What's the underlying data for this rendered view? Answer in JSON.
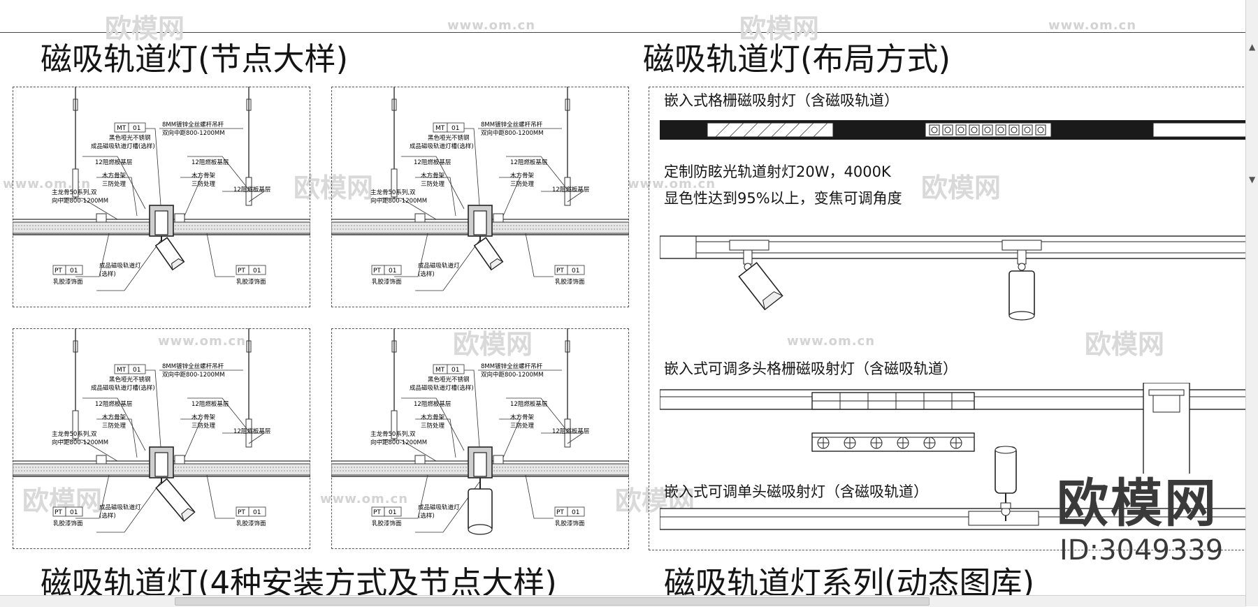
{
  "titles": {
    "detail": "磁吸轨道灯(节点大样)",
    "layout": "磁吸轨道灯(布局方式)",
    "install": "磁吸轨道灯(4种安装方式及节点大样)",
    "series": "磁吸轨道灯系列(动态图库)"
  },
  "node_labels": {
    "mt_code": "MT",
    "mt_num": "01",
    "rod": "8MM镀锌全丝螺杆吊杆",
    "rod_spacing": "双向中距800-1200MM",
    "steel": "黑色哑光不锈钢",
    "slot": "成品磁吸轨道灯槽(选样)",
    "board_left": "12阻燃板基层",
    "board_right": "12阻燃板基层",
    "wood_left": "木方骨架",
    "wood_left2": "三防处理",
    "wood_right": "木方骨架",
    "wood_right2": "三防处理",
    "board_base": "12阻燃板基层",
    "keel": "主龙骨50系列,双",
    "keel2": "向中距800-1200MM",
    "pt_code": "PT",
    "pt_num": "01",
    "latex": "乳胶漆饰面",
    "lamp": "成品磁吸轨道灯",
    "lamp2": "(选样)"
  },
  "layout_labels": {
    "grille": "嵌入式格栅磁吸射灯（含磁吸轨道）",
    "spot_line1": "定制防眩光轨道射灯20W，4000K",
    "spot_line2": "显色性达到95%以上，变焦可调角度",
    "multi": "嵌入式可调多头格栅磁吸射灯（含磁吸轨道）",
    "single": "嵌入式可调单头磁吸射灯（含磁吸轨道）"
  },
  "watermark": {
    "brand": "欧模网",
    "url": "www.om.cn"
  },
  "brand": {
    "name": "欧模网",
    "id": "ID:3049339"
  }
}
